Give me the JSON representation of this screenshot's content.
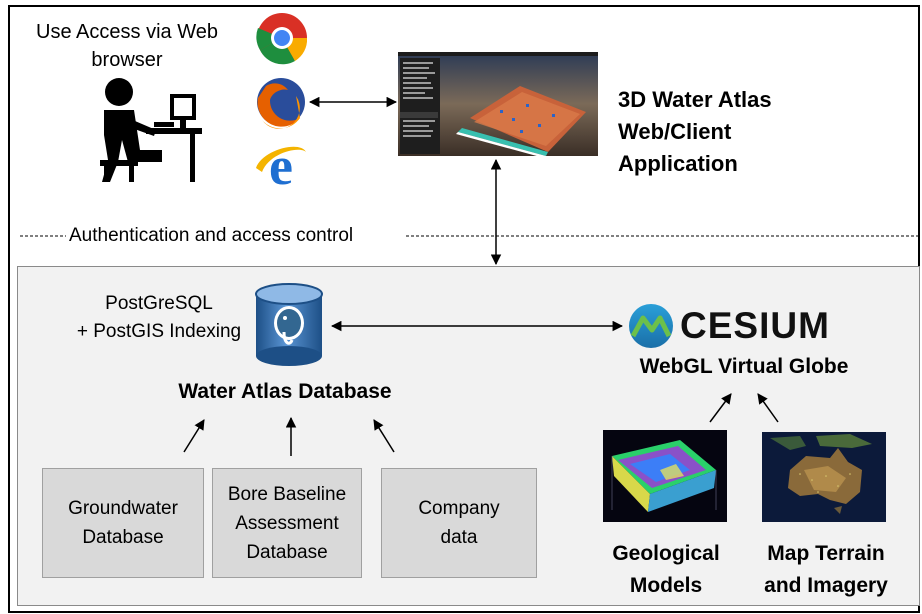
{
  "user_caption": "Use Access via Web browser",
  "app_title": {
    "line1": "3D Water Atlas",
    "line2": "Web/Client",
    "line3": "Application"
  },
  "auth_label": "Authentication and access control",
  "db_caption": {
    "line1": "PostGreSQL",
    "line2": "+ PostGIS Indexing"
  },
  "db_title": "Water Atlas Database",
  "cesium": {
    "logo_text": "CESIUM",
    "subtitle": "WebGL Virtual Globe"
  },
  "sources": [
    {
      "label": "Groundwater\nDatabase"
    },
    {
      "label": "Bore Baseline\nAssessment\nDatabase"
    },
    {
      "label": "Company\ndata"
    }
  ],
  "geo_models": {
    "line1": "Geological",
    "line2": "Models"
  },
  "map_terrain": {
    "line1": "Map Terrain",
    "line2": "and Imagery"
  },
  "icons": [
    "user-at-computer-icon",
    "chrome-icon",
    "firefox-icon",
    "internet-explorer-icon",
    "database-icon",
    "cesium-logo-icon"
  ],
  "colors": {
    "cesium_blue": "#2a9fd8",
    "cesium_green": "#6cc04a",
    "db_blue": "#2f6fae",
    "box_fill": "#d9d9d9",
    "panel_fill": "#f2f2f2"
  }
}
